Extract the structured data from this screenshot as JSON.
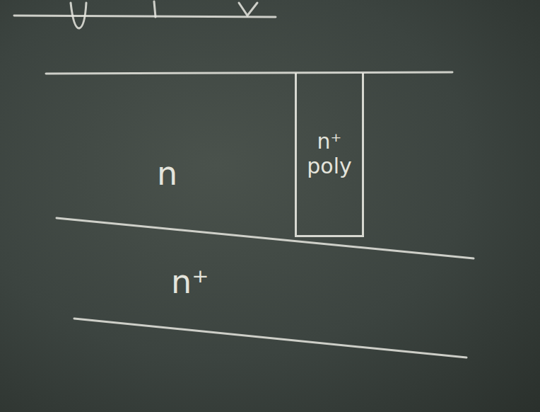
{
  "diagram": {
    "nodes": [
      {
        "text": [
          "n⁺ poly"
        ]
      }
    ],
    "labels": [
      "n",
      "n⁺"
    ]
  }
}
